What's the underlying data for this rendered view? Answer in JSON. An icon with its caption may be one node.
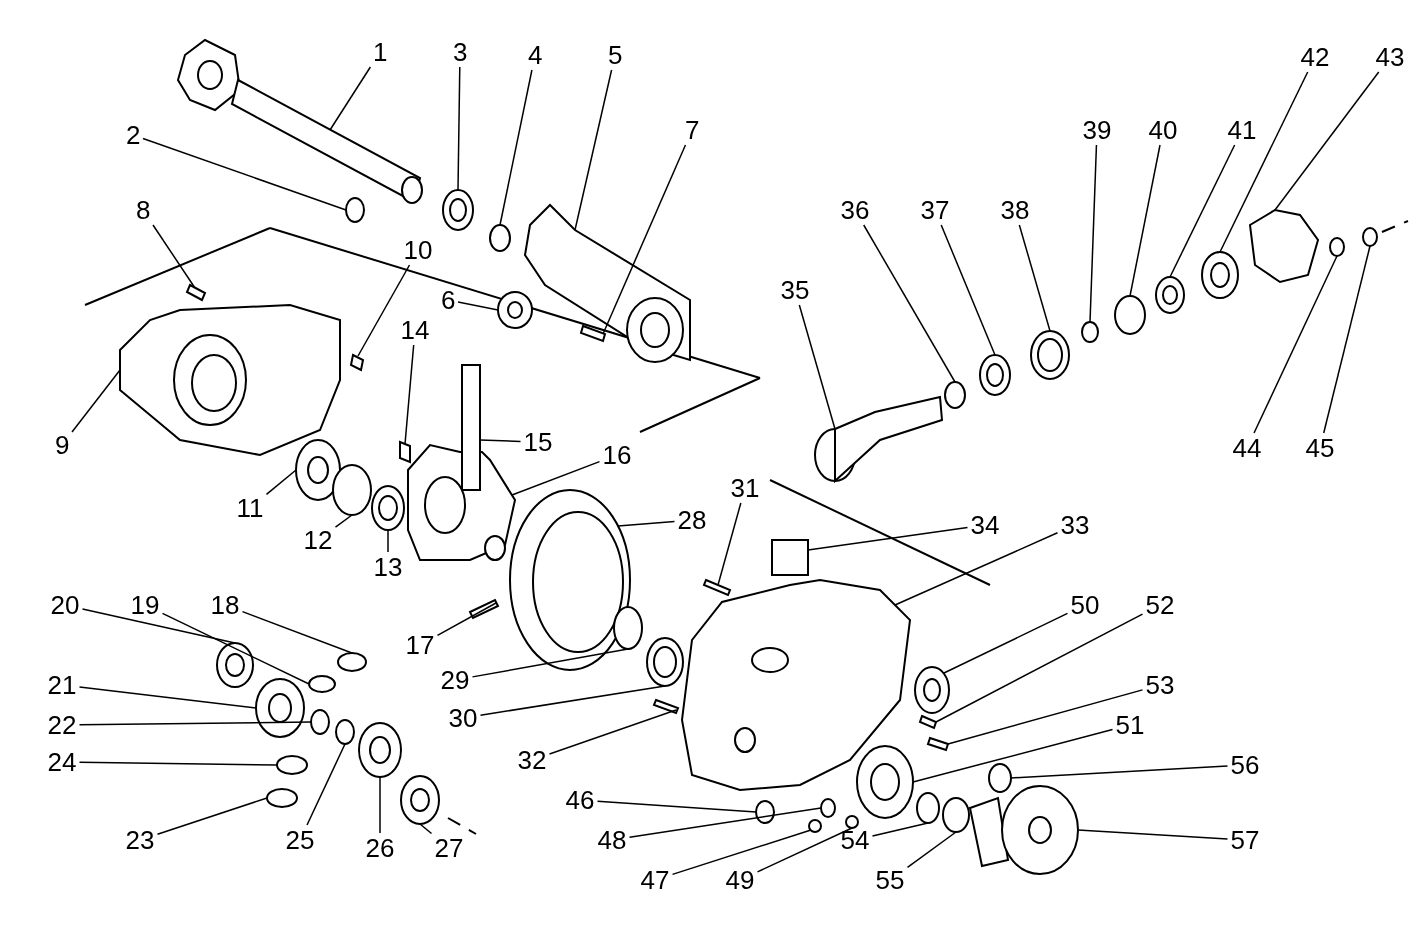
{
  "diagram": {
    "nodes": [
      {
        "text": [
          "1"
        ]
      },
      {
        "text": [
          "2"
        ]
      },
      {
        "text": [
          "3"
        ]
      },
      {
        "text": [
          "4"
        ]
      },
      {
        "text": [
          "5"
        ]
      },
      {
        "text": [
          "6"
        ]
      },
      {
        "text": [
          "7"
        ]
      },
      {
        "text": [
          "8"
        ]
      },
      {
        "text": [
          "9"
        ]
      },
      {
        "text": [
          "10"
        ]
      },
      {
        "text": [
          "11"
        ]
      },
      {
        "text": [
          "12"
        ]
      },
      {
        "text": [
          "13"
        ]
      },
      {
        "text": [
          "14"
        ]
      },
      {
        "text": [
          "15"
        ]
      },
      {
        "text": [
          "16"
        ]
      },
      {
        "text": [
          "17"
        ]
      },
      {
        "text": [
          "18"
        ]
      },
      {
        "text": [
          "19"
        ]
      },
      {
        "text": [
          "20"
        ]
      },
      {
        "text": [
          "21"
        ]
      },
      {
        "text": [
          "22"
        ]
      },
      {
        "text": [
          "23"
        ]
      },
      {
        "text": [
          "24"
        ]
      },
      {
        "text": [
          "25"
        ]
      },
      {
        "text": [
          "26"
        ]
      },
      {
        "text": [
          "27"
        ]
      },
      {
        "text": [
          "28"
        ]
      },
      {
        "text": [
          "29"
        ]
      },
      {
        "text": [
          "30"
        ]
      },
      {
        "text": [
          "31"
        ]
      },
      {
        "text": [
          "32"
        ]
      },
      {
        "text": [
          "33"
        ]
      },
      {
        "text": [
          "34"
        ]
      },
      {
        "text": [
          "35"
        ]
      },
      {
        "text": [
          "36"
        ]
      },
      {
        "text": [
          "37"
        ]
      },
      {
        "text": [
          "38"
        ]
      },
      {
        "text": [
          "39"
        ]
      },
      {
        "text": [
          "40"
        ]
      },
      {
        "text": [
          "41"
        ]
      },
      {
        "text": [
          "42"
        ]
      },
      {
        "text": [
          "43"
        ]
      },
      {
        "text": [
          "44"
        ]
      },
      {
        "text": [
          "45"
        ]
      },
      {
        "text": [
          "46"
        ]
      },
      {
        "text": [
          "47"
        ]
      },
      {
        "text": [
          "48"
        ]
      },
      {
        "text": [
          "49"
        ]
      },
      {
        "text": [
          "50"
        ]
      },
      {
        "text": [
          "51"
        ]
      },
      {
        "text": [
          "52"
        ]
      },
      {
        "text": [
          "53"
        ]
      },
      {
        "text": [
          "54"
        ]
      },
      {
        "text": [
          "55"
        ]
      },
      {
        "text": [
          "56"
        ]
      },
      {
        "text": [
          "57"
        ]
      },
      {
        "text": [],
        "shape": "picture"
      },
      {
        "text": [],
        "shape": "circle"
      },
      {
        "text": [],
        "shape": "picture"
      },
      {
        "text": [],
        "shape": "circle"
      },
      {
        "text": [],
        "shape": "picture"
      },
      {
        "text": [],
        "shape": "picture"
      },
      {
        "text": [],
        "shape": "box"
      },
      {
        "text": [],
        "shape": "box"
      },
      {
        "text": [],
        "shape": "picture"
      },
      {
        "text": [],
        "shape": "box"
      },
      {
        "text": [],
        "shape": "picture"
      },
      {
        "text": [],
        "shape": "circle"
      },
      {
        "text": [],
        "shape": "picture"
      },
      {
        "text": [],
        "shape": "box"
      },
      {
        "text": [],
        "shape": "box"
      },
      {
        "text": [],
        "shape": "picture"
      },
      {
        "text": [],
        "shape": "box"
      },
      {
        "text": [],
        "shape": "circle"
      },
      {
        "text": [],
        "shape": "circle"
      },
      {
        "text": [],
        "shape": "picture"
      },
      {
        "text": [],
        "shape": "picture"
      },
      {
        "text": [],
        "shape": "circle"
      },
      {
        "text": [],
        "shape": "circle"
      },
      {
        "text": [],
        "shape": "circle"
      },
      {
        "text": [],
        "shape": "circle"
      },
      {
        "text": [],
        "shape": "picture"
      },
      {
        "text": [],
        "shape": "picture"
      },
      {
        "text": [],
        "shape": "picture"
      },
      {
        "text": [],
        "shape": "circle"
      },
      {
        "text": [],
        "shape": "picture"
      },
      {
        "text": [],
        "shape": "box"
      },
      {
        "text": [],
        "shape": "box"
      },
      {
        "text": [],
        "shape": "picture"
      },
      {
        "text": [],
        "shape": "box"
      },
      {
        "text": [],
        "shape": "picture"
      },
      {
        "text": [],
        "shape": "circle"
      },
      {
        "text": [],
        "shape": "picture"
      },
      {
        "text": [],
        "shape": "picture"
      },
      {
        "text": [],
        "shape": "circle"
      },
      {
        "text": [],
        "shape": "circle"
      },
      {
        "text": [],
        "shape": "picture"
      },
      {
        "text": [],
        "shape": "picture"
      },
      {
        "text": [],
        "shape": "box"
      },
      {
        "text": [],
        "shape": "circle"
      },
      {
        "text": [],
        "shape": "circle"
      },
      {
        "text": [],
        "shape": "circle"
      },
      {
        "text": [],
        "shape": "circle"
      },
      {
        "text": [],
        "shape": "circle"
      },
      {
        "text": [],
        "shape": "circle"
      },
      {
        "text": [],
        "shape": "picture"
      },
      {
        "text": [],
        "shape": "picture"
      },
      {
        "text": [],
        "shape": "box"
      },
      {
        "text": [],
        "shape": "box"
      },
      {
        "text": [],
        "shape": "circle"
      },
      {
        "text": [],
        "shape": "circle"
      },
      {
        "text": [],
        "shape": "circle"
      },
      {
        "text": [],
        "shape": "picture"
      }
    ],
    "edges": [
      {
        "from": 0,
        "to": 57,
        "arrow": "none"
      },
      {
        "from": 1,
        "to": 58,
        "arrow": "none"
      },
      {
        "from": 2,
        "to": 59,
        "arrow": "none"
      },
      {
        "from": 3,
        "to": 60,
        "arrow": "none"
      },
      {
        "from": 4,
        "to": 61,
        "arrow": "none"
      },
      {
        "from": 5,
        "to": 62,
        "arrow": "none"
      },
      {
        "from": 6,
        "to": 63,
        "arrow": "none"
      },
      {
        "from": 7,
        "to": 64,
        "arrow": "none"
      },
      {
        "from": 8,
        "to": 65,
        "arrow": "none"
      },
      {
        "from": 9,
        "to": 66,
        "arrow": "none"
      },
      {
        "from": 10,
        "to": 67,
        "arrow": "none"
      },
      {
        "from": 11,
        "to": 68,
        "arrow": "none"
      },
      {
        "from": 12,
        "to": 69,
        "arrow": "none"
      },
      {
        "from": 13,
        "to": 70,
        "arrow": "none"
      },
      {
        "from": 14,
        "to": 71,
        "arrow": "none"
      },
      {
        "from": 15,
        "to": 72,
        "arrow": "none"
      },
      {
        "from": 16,
        "to": 73,
        "arrow": "none"
      },
      {
        "from": 17,
        "to": 74,
        "arrow": "none"
      },
      {
        "from": 18,
        "to": 75,
        "arrow": "none"
      },
      {
        "from": 19,
        "to": 76,
        "arrow": "none"
      },
      {
        "from": 20,
        "to": 77,
        "arrow": "none"
      },
      {
        "from": 21,
        "to": 78,
        "arrow": "none"
      },
      {
        "from": 22,
        "to": 79,
        "arrow": "none"
      },
      {
        "from": 23,
        "to": 80,
        "arrow": "none"
      },
      {
        "from": 24,
        "to": 81,
        "arrow": "none"
      },
      {
        "from": 25,
        "to": 82,
        "arrow": "none"
      },
      {
        "from": 26,
        "to": 83,
        "arrow": "none"
      },
      {
        "from": 27,
        "to": 84,
        "arrow": "none"
      },
      {
        "from": 28,
        "to": 85,
        "arrow": "none"
      },
      {
        "from": 29,
        "to": 86,
        "arrow": "none"
      },
      {
        "from": 30,
        "to": 87,
        "arrow": "none"
      },
      {
        "from": 31,
        "to": 88,
        "arrow": "none"
      },
      {
        "from": 32,
        "to": 89,
        "arrow": "none"
      },
      {
        "from": 33,
        "to": 90,
        "arrow": "none"
      },
      {
        "from": 34,
        "to": 91,
        "arrow": "none"
      },
      {
        "from": 35,
        "to": 92,
        "arrow": "none"
      },
      {
        "from": 36,
        "to": 93,
        "arrow": "none"
      },
      {
        "from": 37,
        "to": 94,
        "arrow": "none"
      },
      {
        "from": 38,
        "to": 95,
        "arrow": "none"
      },
      {
        "from": 39,
        "to": 96,
        "arrow": "none"
      },
      {
        "from": 40,
        "to": 97,
        "arrow": "none"
      },
      {
        "from": 41,
        "to": 98,
        "arrow": "none"
      },
      {
        "from": 42,
        "to": 99,
        "arrow": "none"
      },
      {
        "from": 43,
        "to": 100,
        "arrow": "none"
      },
      {
        "from": 44,
        "to": 101,
        "arrow": "none"
      },
      {
        "from": 45,
        "to": 102,
        "arrow": "none"
      },
      {
        "from": 46,
        "to": 103,
        "arrow": "none"
      },
      {
        "from": 47,
        "to": 104,
        "arrow": "none"
      },
      {
        "from": 48,
        "to": 105,
        "arrow": "none"
      },
      {
        "from": 49,
        "to": 106,
        "arrow": "none"
      },
      {
        "from": 50,
        "to": 107,
        "arrow": "none"
      },
      {
        "from": 51,
        "to": 108,
        "arrow": "none"
      },
      {
        "from": 52,
        "to": 109,
        "arrow": "none"
      },
      {
        "from": 53,
        "to": 110,
        "arrow": "none"
      },
      {
        "from": 54,
        "to": 111,
        "arrow": "none"
      },
      {
        "from": 55,
        "to": 112,
        "arrow": "none"
      },
      {
        "from": 56,
        "to": 113,
        "arrow": "none"
      }
    ]
  }
}
